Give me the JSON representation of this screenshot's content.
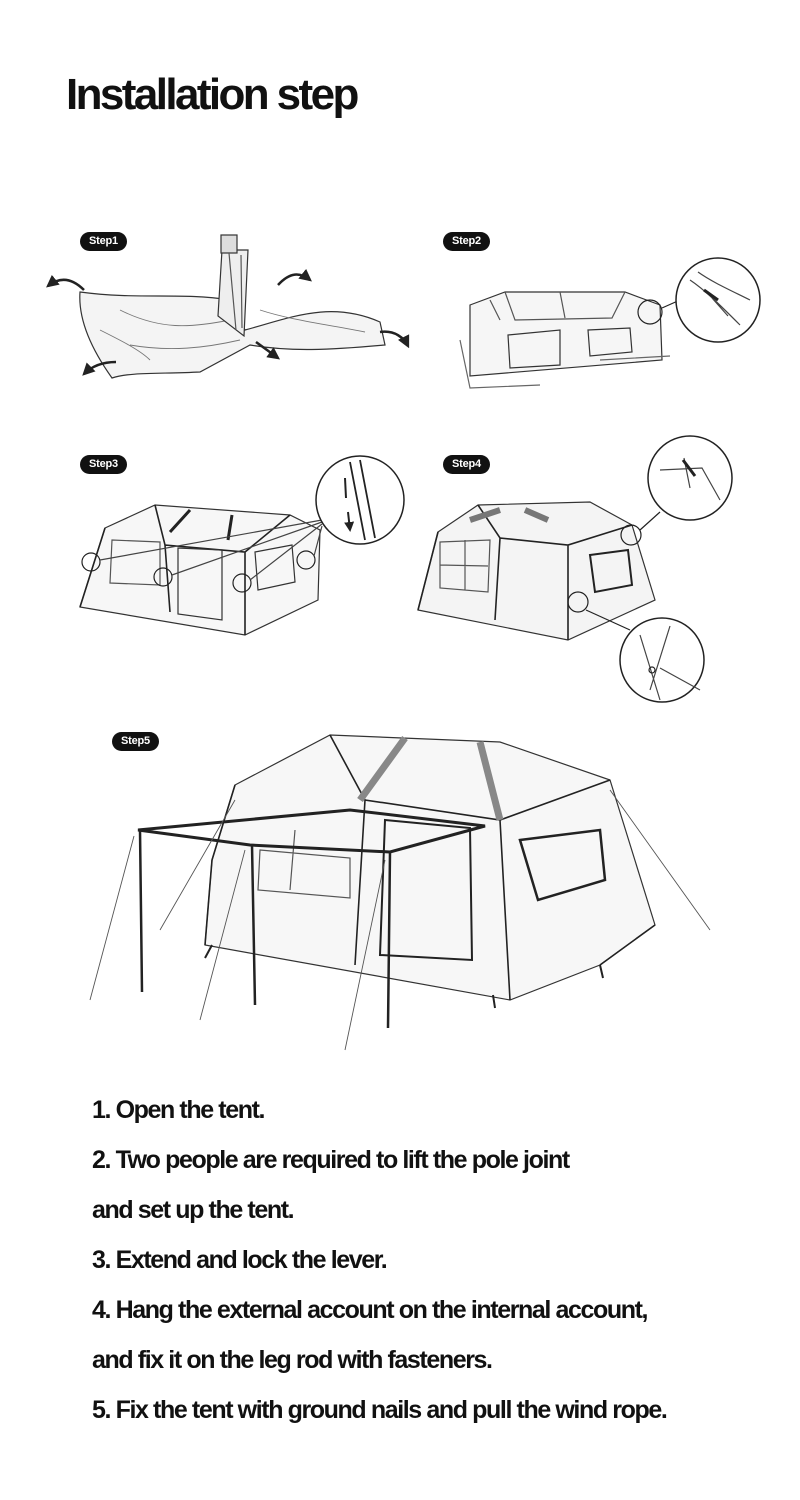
{
  "title": "Installation step",
  "steps": [
    {
      "label": "Step1"
    },
    {
      "label": "Step2"
    },
    {
      "label": "Step3"
    },
    {
      "label": "Step4"
    },
    {
      "label": "Step5"
    }
  ],
  "instructions": [
    "1. Open the tent.",
    "2. Two people are required to lift the pole joint",
    "and set up the tent.",
    "3. Extend and lock the lever.",
    "4. Hang the external account on the internal account,",
    "and fix it on the leg rod with fasteners.",
    "5. Fix the tent with ground nails and pull the wind rope."
  ]
}
